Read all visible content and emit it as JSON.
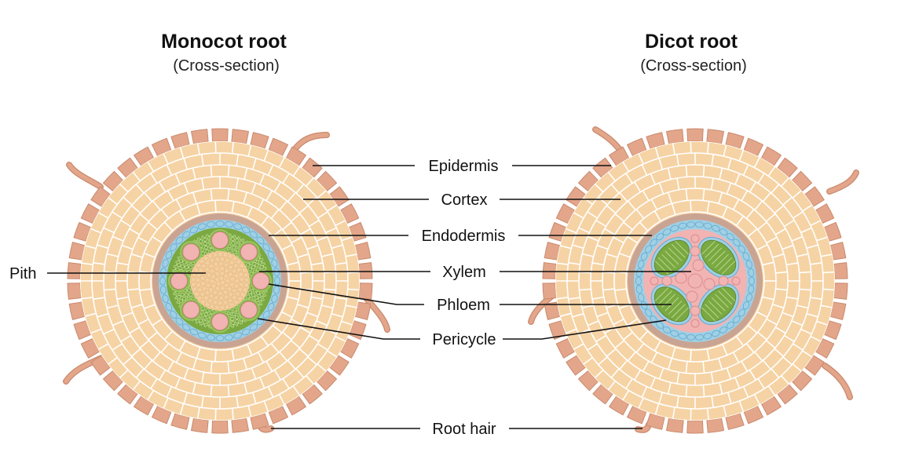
{
  "monocot": {
    "title": "Monocot root",
    "subtitle": "(Cross-section)"
  },
  "dicot": {
    "title": "Dicot root",
    "subtitle": "(Cross-section)"
  },
  "labels": {
    "epidermis": "Epidermis",
    "cortex": "Cortex",
    "endodermis": "Endodermis",
    "xylem": "Xylem",
    "phloem": "Phloem",
    "pericycle": "Pericycle",
    "root_hair": "Root hair",
    "pith": "Pith"
  },
  "colors": {
    "epidermis": "#e3a68a",
    "epidermis_stroke": "#c98a6e",
    "cortex_fill": "#f6d3a4",
    "cortex_cell_stroke": "#ffffff",
    "endodermis_ring": "#c9a493",
    "pericycle": "#9fd0e6",
    "pericycle_stroke": "#6fb0cf",
    "phloem": "#7aa941",
    "phloem_stroke": "#c9e3a0",
    "xylem": "#f2b3b3",
    "xylem_stroke": "#d98c8c",
    "pith": "#f3cf9f"
  }
}
